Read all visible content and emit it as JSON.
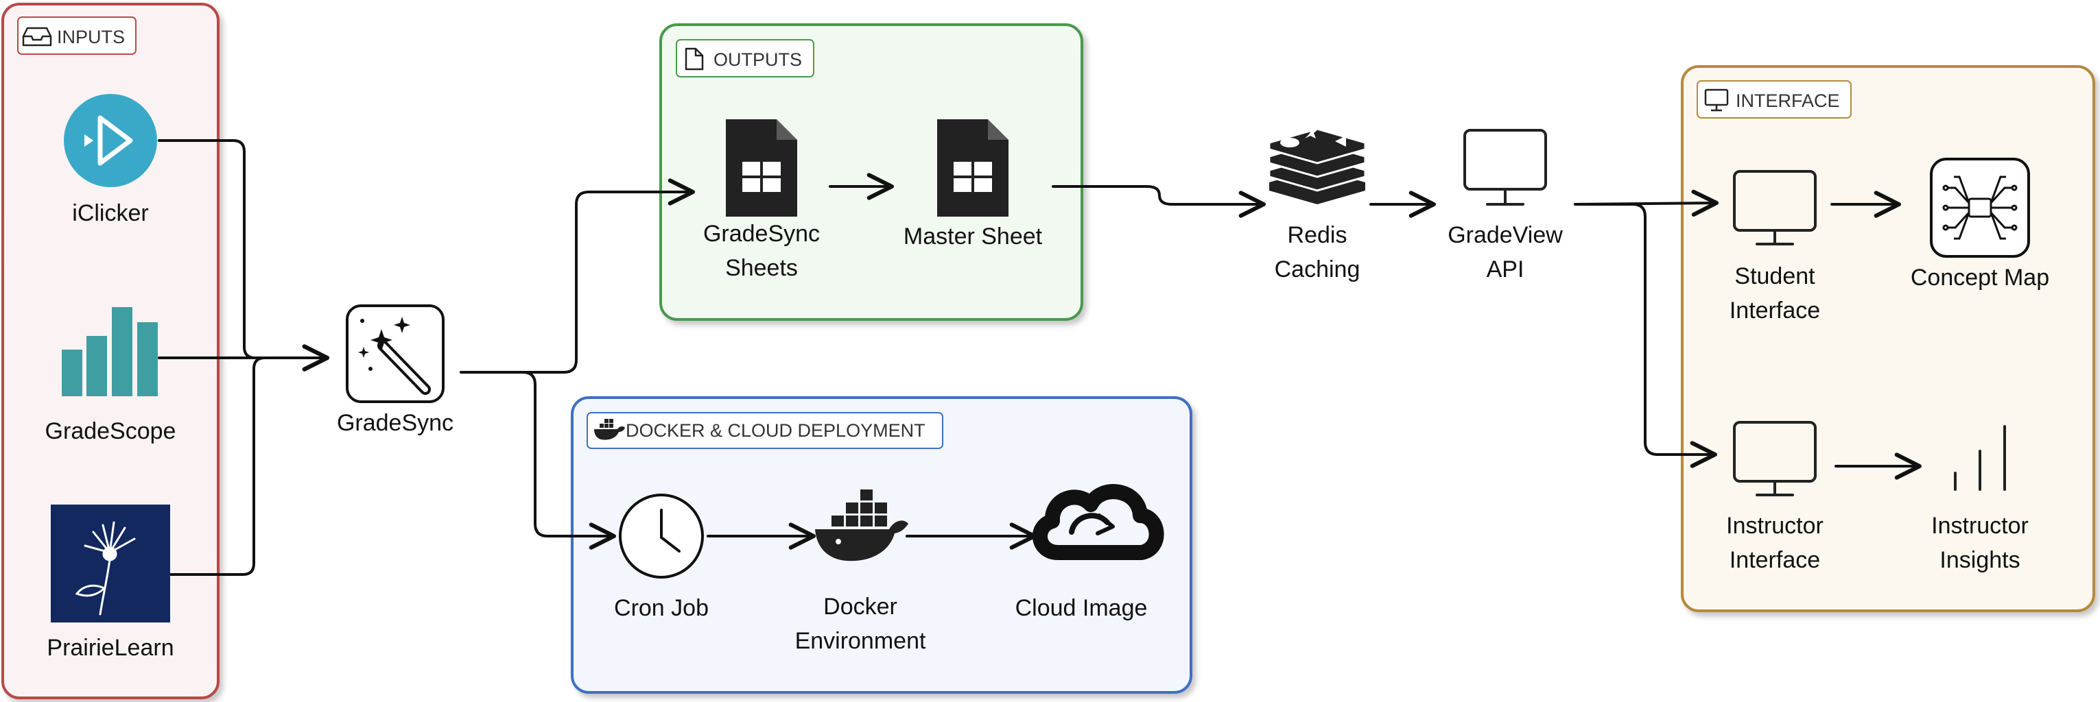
{
  "groups": {
    "inputs": "INPUTS",
    "outputs": "OUTPUTS",
    "docker": "DOCKER & CLOUD DEPLOYMENT",
    "interface": "INTERFACE"
  },
  "nodes": {
    "iclicker": "iClicker",
    "gradescope": "GradeScope",
    "prairielearn": "PrairieLearn",
    "gradesync": "GradeSync",
    "gradesync_sheets": [
      "GradeSync",
      "Sheets"
    ],
    "master_sheet": "Master Sheet",
    "redis": [
      "Redis",
      "Caching"
    ],
    "gradeview_api": [
      "GradeView",
      "API"
    ],
    "student_interface": [
      "Student",
      "Interface"
    ],
    "concept_map": "Concept Map",
    "instructor_interface": [
      "Instructor",
      "Interface"
    ],
    "instructor_insights": [
      "Instructor",
      "Insights"
    ],
    "cron_job": "Cron Job",
    "docker_env": [
      "Docker",
      "Environment"
    ],
    "cloud_image": "Cloud Image"
  },
  "colors": {
    "inputs_border": "#b84a4a",
    "inputs_fill": "#fbf3f3",
    "outputs_border": "#4a9a4e",
    "outputs_fill": "#f1f9f0",
    "docker_border": "#3f6fc4",
    "docker_fill": "#f3f6fc",
    "interface_border": "#b58a3e",
    "interface_fill": "#fcf8ef",
    "iclicker_teal": "#3aa9c9",
    "gradescope_teal": "#3f9ea1",
    "prairielearn_navy": "#13285e"
  },
  "icons": {
    "inputs": "tray-icon",
    "outputs": "document-icon",
    "docker": "docker-whale-icon",
    "interface": "monitor-icon"
  }
}
